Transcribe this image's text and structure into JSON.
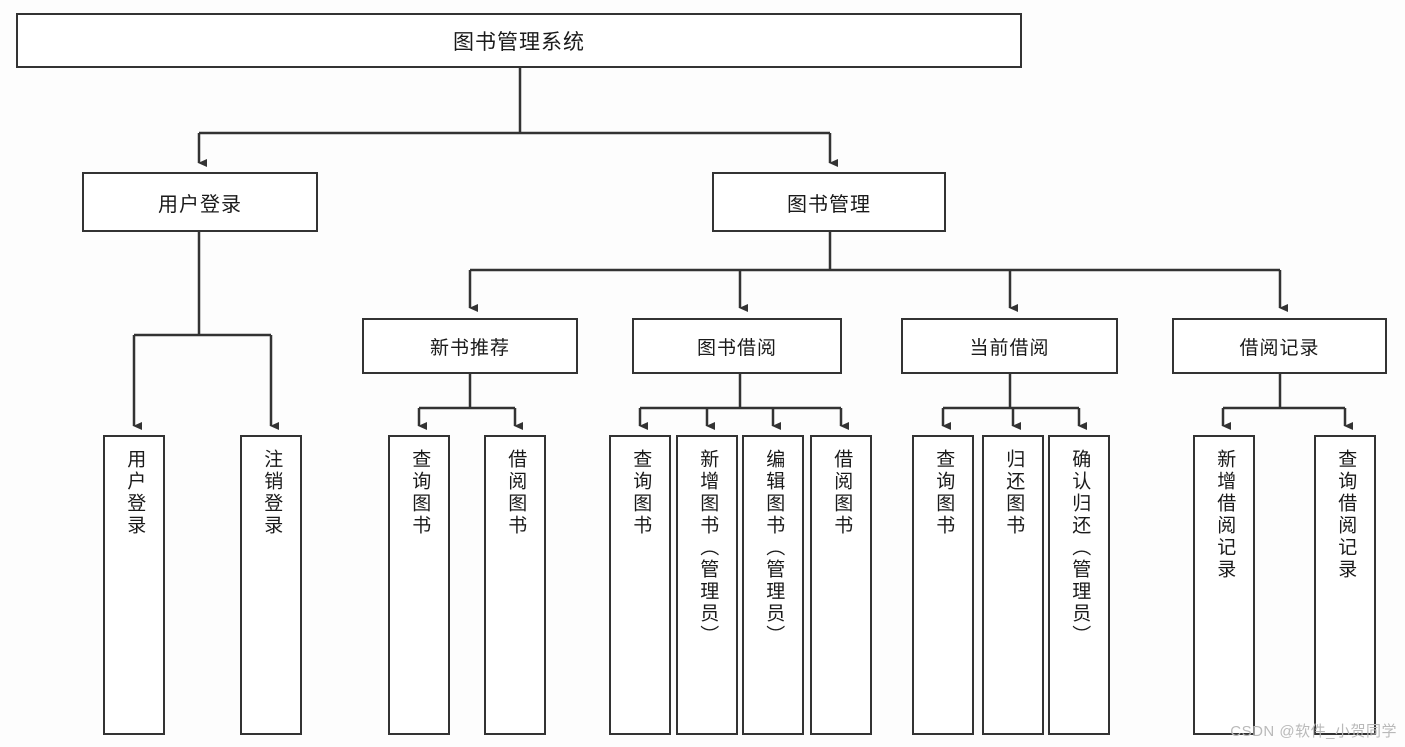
{
  "diagram": {
    "title": "图书管理系统",
    "type": "tree",
    "watermark": "CSDN @软件_小贺同学",
    "colors": {
      "background": "#fdfdfd",
      "node_fill": "#ffffff",
      "stroke": "#333333",
      "text": "#1a1a1a",
      "watermark": "#b9b9b9"
    },
    "root": {
      "label": "图书管理系统"
    },
    "level1": [
      {
        "label": "用户登录"
      },
      {
        "label": "图书管理"
      }
    ],
    "level2": [
      {
        "label": "新书推荐"
      },
      {
        "label": "图书借阅"
      },
      {
        "label": "当前借阅"
      },
      {
        "label": "借阅记录"
      }
    ],
    "leaves": {
      "user_login": [
        {
          "label": "用户登录"
        },
        {
          "label": "注销登录"
        }
      ],
      "new_book_recommend": [
        {
          "label": "查询图书"
        },
        {
          "label": "借阅图书"
        }
      ],
      "book_borrow": [
        {
          "label": "查询图书"
        },
        {
          "label": "新增图书（管理员）"
        },
        {
          "label": "编辑图书（管理员）"
        },
        {
          "label": "借阅图书"
        }
      ],
      "current_borrow": [
        {
          "label": "查询图书"
        },
        {
          "label": "归还图书"
        },
        {
          "label": "确认归还（管理员）"
        }
      ],
      "borrow_record": [
        {
          "label": "新增借阅记录"
        },
        {
          "label": "查询借阅记录"
        }
      ]
    }
  }
}
